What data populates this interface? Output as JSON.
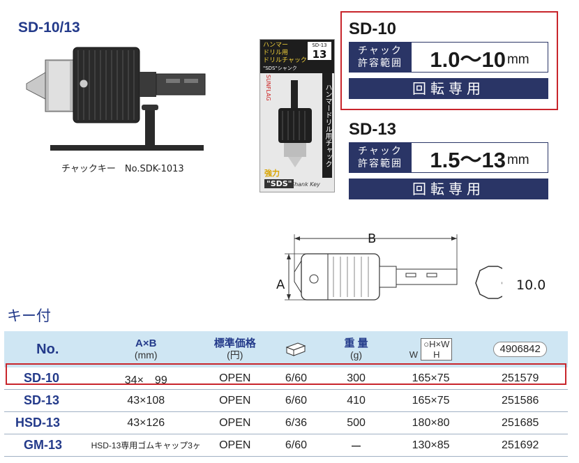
{
  "title": "SD-10/13",
  "chuck_key_caption": "チャックキー　No.SDK-1013",
  "package": {
    "line1": "ハンマー",
    "line2": "ドリル用",
    "line3": "ドリルチャック",
    "sds_small": "\"SDS\"シャンク",
    "size_label": "SD-13",
    "size_num": "13",
    "vertical_text": "ハンマードリル用チャック",
    "brand": "SUNFLAG",
    "strong": "強力",
    "sds": "\"SDS\"",
    "shank_key": "Shank Key"
  },
  "specs": [
    {
      "model": "SD-10",
      "label_line1": "チャック",
      "label_line2": "許容範囲",
      "range": "1.0〜10",
      "unit": "mm",
      "band": "回転専用"
    },
    {
      "model": "SD-13",
      "label_line1": "チャック",
      "label_line2": "許容範囲",
      "range": "1.5〜13",
      "unit": "mm",
      "band": "回転専用"
    }
  ],
  "diagram": {
    "label_a": "A",
    "label_b": "B",
    "hex_size": "10.0"
  },
  "key_heading": "キー付",
  "table": {
    "headers": {
      "no": "No.",
      "axb": "A×B",
      "axb_unit": "(mm)",
      "price": "標準価格",
      "price_unit": "(円)",
      "weight": "重 量",
      "weight_unit": "(g)",
      "pkg_w": "W",
      "pkg_hw": "○H×W",
      "pkg_h": "H",
      "jan": "4906842"
    },
    "rows": [
      {
        "no": "SD-10",
        "axb": "34×　99",
        "price": "OPEN",
        "qty": "6/60",
        "weight": "300",
        "pkg": "165×75",
        "jan": "251579"
      },
      {
        "no": "SD-13",
        "axb": "43×108",
        "price": "OPEN",
        "qty": "6/60",
        "weight": "410",
        "pkg": "165×75",
        "jan": "251586"
      },
      {
        "no": "HSD-13",
        "axb": "43×126",
        "price": "OPEN",
        "qty": "6/36",
        "weight": "500",
        "pkg": "180×80",
        "jan": "251685"
      },
      {
        "no": "GM-13",
        "axb": "HSD-13専用ゴムキャップ3ヶ",
        "price": "OPEN",
        "qty": "6/60",
        "weight": "ー",
        "pkg": "130×85",
        "jan": "251692"
      }
    ]
  },
  "colors": {
    "navy": "#233a8a",
    "band": "#2a3566",
    "highlight": "#c8252b",
    "header_bg": "#cfe6f3"
  }
}
